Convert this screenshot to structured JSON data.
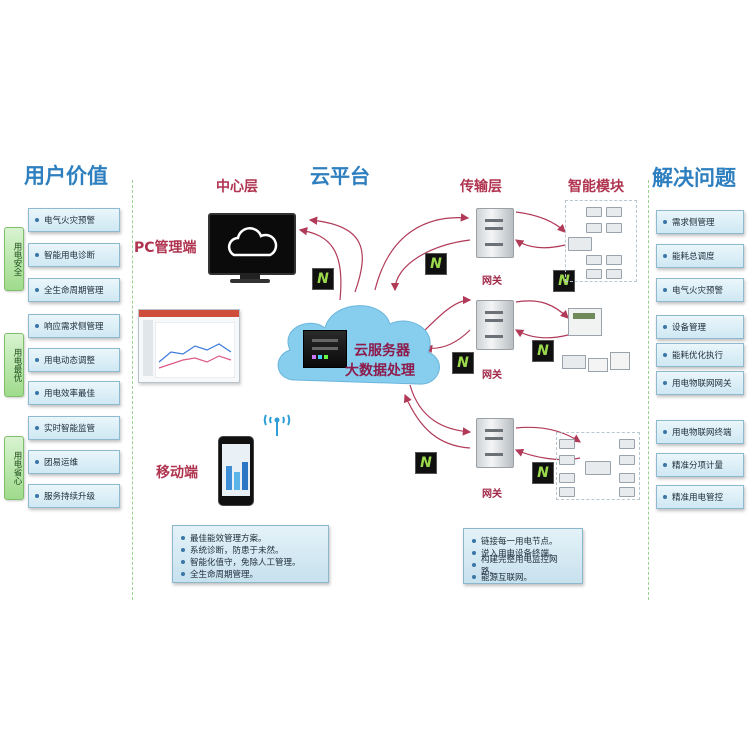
{
  "headings": {
    "user_value": "用户价值",
    "cloud_platform": "云平台",
    "center_layer": "中心层",
    "transport_layer": "传输层",
    "smart_module": "智能模块",
    "solve_problems": "解决问题"
  },
  "clients": {
    "pc": "PC管理端",
    "mobile": "移动端"
  },
  "cloud": {
    "line1": "云服务器",
    "line2": "大数据处理"
  },
  "gateway_label": "网关",
  "n_badge": "N",
  "left_groups": [
    {
      "side_label": "用电安全",
      "items": [
        "电气火灾预警",
        "智能用电诊断",
        "全生命周期管理"
      ]
    },
    {
      "side_label": "用电最优",
      "items": [
        "响应需求侧管理",
        "用电动态调整",
        "用电效率最佳"
      ]
    },
    {
      "side_label": "用电省心",
      "items": [
        "实时智能监管",
        "团易运维",
        "服务持续升级"
      ]
    }
  ],
  "right_groups": [
    {
      "items": [
        "需求侧管理",
        "能耗总调度",
        "电气火灾预警"
      ]
    },
    {
      "items": [
        "设备管理",
        "能耗优化执行",
        "用电物联网网关"
      ]
    },
    {
      "items": [
        "用电物联网终端",
        "精准分项计量",
        "精准用电管控"
      ]
    }
  ],
  "bottom_panels": {
    "left": [
      "最佳能效管理方案。",
      "系统诊断，防患于未然。",
      "智能化值守，免除人工管理。",
      "全生命周期管理。"
    ],
    "right": [
      "链接每一用电节点。",
      "说入用电设备终端。",
      "构建完整用电监控网路。",
      "能源互联网。"
    ]
  },
  "colors": {
    "heading_blue": "#2e7fbf",
    "heading_red": "#b0344f",
    "cloud": "#7fc8ec",
    "arrow": "#b03a58"
  },
  "icons": [
    "cloud-icon",
    "monitor-icon",
    "server-icon",
    "smartphone-icon",
    "wifi-signal-icon",
    "gateway-icon",
    "n-badge-icon"
  ]
}
